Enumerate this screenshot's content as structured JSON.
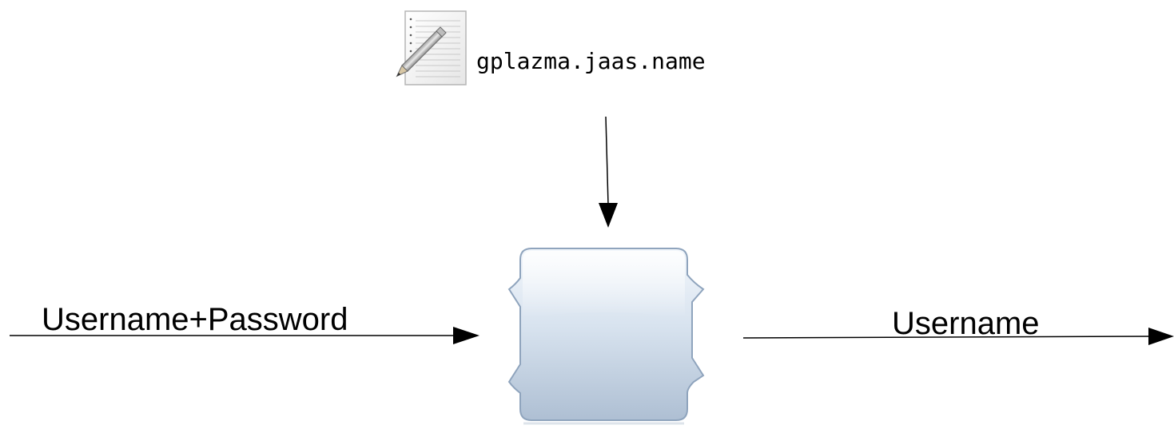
{
  "diagram": {
    "config_file": {
      "icon": "text-document-icon",
      "name": "gplazma.jaas.name"
    },
    "plugin": {
      "icon": "plugin-module-icon"
    },
    "input": {
      "label": "Username+Password"
    },
    "output": {
      "label": "Username"
    }
  },
  "colors": {
    "line": "#000000",
    "plugin_fill_top": "#eef3f9",
    "plugin_fill_bottom": "#b8c9dc",
    "plugin_stroke": "#8fa4bd"
  }
}
